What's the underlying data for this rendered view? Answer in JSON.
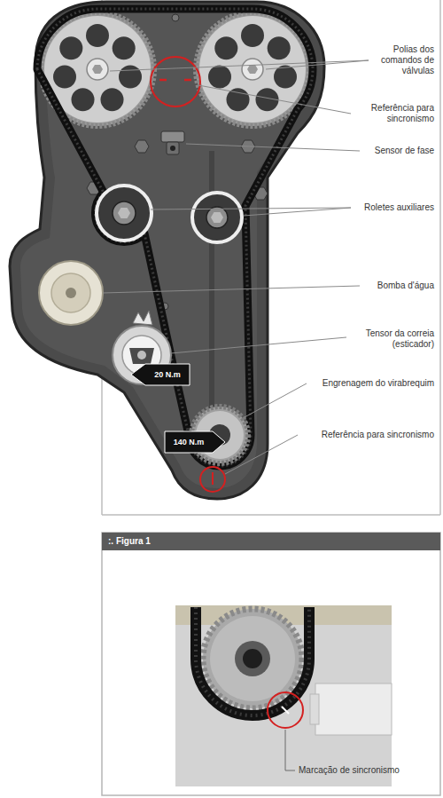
{
  "diagram": {
    "labels": [
      "Polias dos comandos de válvulas",
      "Referência para sincronismo",
      "Sensor de fase",
      "Roletes auxiliares",
      "Bomba d'água",
      "Tensor da correia (esticador)",
      "Engrenagem do virabrequim",
      "Referência para sincronismo",
      "20 N.m",
      "140 N.m",
      ":. Figura 1",
      "Marcação de sincronismo"
    ]
  }
}
